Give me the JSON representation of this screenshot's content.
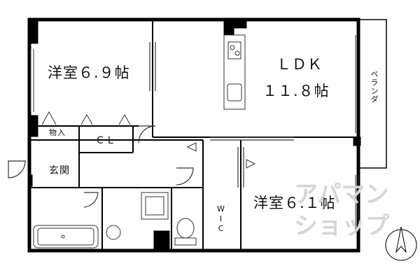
{
  "rooms": {
    "western_room_1": "洋室６.９帖",
    "ldk_name": "ＬＤＫ",
    "ldk_size": "１１.８帖",
    "western_room_2": "洋室６.１帖",
    "storage": "物入",
    "closet": "ＣＬ",
    "entrance": "玄関",
    "walk_in_closet": "WIC",
    "balcony": "ベランダ"
  },
  "watermark": {
    "top_line": "アパマン",
    "bottom_line": "ショップ"
  },
  "colors": {
    "wall": "#000000",
    "line": "#333333",
    "background": "#ffffff",
    "watermark": "#d6d6d6"
  }
}
